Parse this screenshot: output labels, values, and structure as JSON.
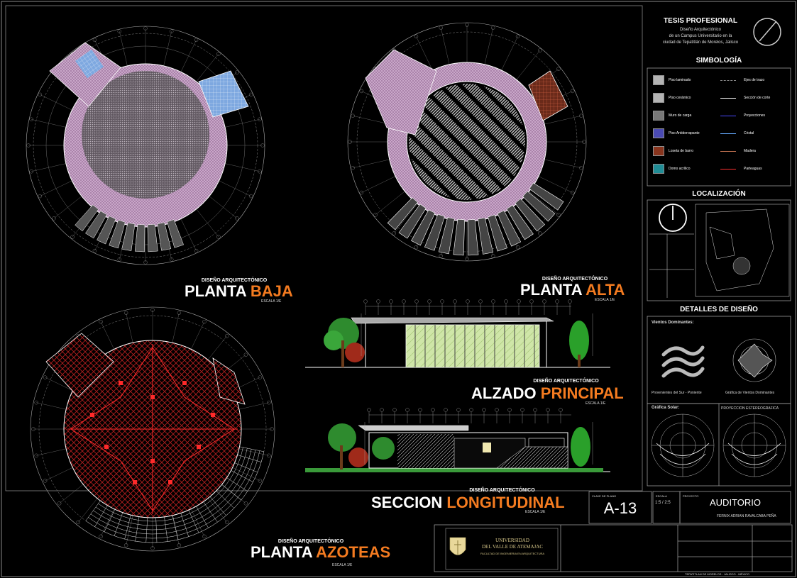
{
  "titleblock": {
    "thesis_title": "TESIS PROFESIONAL",
    "thesis_line1": "Diseño Arquitectónico",
    "thesis_line2": "de un Campus Universitario en la",
    "thesis_line3": "ciudad de Tepatitlán de Morelos, Jalisco",
    "simbologia": "SIMBOLOGÍA",
    "localizacion": "LOCALIZACIÓN",
    "detalles": "DETALLES DE DISEÑO",
    "vientos": "Vientos Dominantes:",
    "vientos_caption1": "Provenientes del Sur - Poniente",
    "vientos_caption2": "Gráfica de Vientos Dominantes",
    "solar": "Gráfica Solar:",
    "solar_caption": "PROYECCION ESTEREOGRAFICA",
    "sheet_label": "CLAVE DE PLANO",
    "sheet_number": "A-13",
    "scale_label": "ESCALA",
    "scale_value": "1:5 / 2:5",
    "project_label": "PROYECTO",
    "project_name": "AUDITORIO",
    "author": "FERNIX ADRIAN RAVALCABA PEÑA",
    "university_line1": "UNIVERSIDAD",
    "university_line2": "DEL VALLE DE ATEMAJAC",
    "university_line3": "FACULTAD DE INGENIERIA EN ARQUITECTURA",
    "location_footer": "TEPATITLAN DE MORELOS - JALISCO - MÉXICO"
  },
  "legend": {
    "left": [
      "Piso laminado",
      "Piso cerámico",
      "Muro de carga",
      "Piso Antiderrapante",
      "Loseta de barro",
      "Domo acrílico"
    ],
    "right": [
      "Ejes de trazo",
      "Sección de corte",
      "Proyecciones",
      "Cristal",
      "Madera",
      "Parteaguas"
    ],
    "left_colors": [
      "#ffffff",
      "#ffffff",
      "#aaaaaa",
      "#6a6aff",
      "#c24a2a",
      "#2ec9d6"
    ],
    "right_colors": [
      "#888888",
      "#ffffff",
      "#4a4aff",
      "#66aaff",
      "#c07050",
      "#ff3030"
    ]
  },
  "drawings": {
    "planta_baja": {
      "pre": "DISEÑO ARQUITECTÓNICO",
      "main": "PLANTA ",
      "hl": "BAJA",
      "scale": "ESCALA 1/E"
    },
    "planta_alta": {
      "pre": "DISEÑO ARQUITECTÓNICO",
      "main": "PLANTA ",
      "hl": "ALTA",
      "scale": "ESCALA 1/E"
    },
    "planta_azoteas": {
      "pre": "DISEÑO ARQUITECTÓNICO",
      "main": "PLANTA ",
      "hl": "AZOTEAS",
      "scale": "ESCALA 1/E"
    },
    "alzado": {
      "pre": "DISEÑO ARQUITECTÓNICO",
      "main": "ALZADO ",
      "hl": "PRINCIPAL",
      "scale": "ESCALA 1/E"
    },
    "seccion": {
      "pre": "DISEÑO ARQUITECTÓNICO",
      "main": "SECCION ",
      "hl": "LONGITUDINAL",
      "scale": "ESCALA 1/E"
    }
  },
  "colors": {
    "accent": "#f47b20",
    "frame": "#bbbbbb",
    "floor": "#c9a7c9",
    "roof": "#b81f1f"
  }
}
